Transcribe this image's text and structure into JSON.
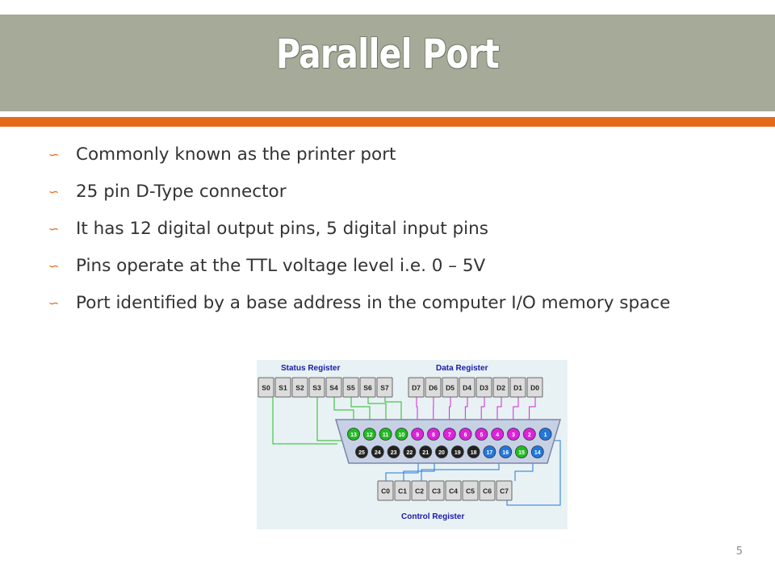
{
  "slide": {
    "title": "Parallel Port",
    "page_number": "5",
    "colors": {
      "title_bar": "#a5ab98",
      "accent": "#e56a1a"
    }
  },
  "bullets": [
    {
      "icon": "wavy-bullet-icon",
      "text": "Commonly known as the printer port"
    },
    {
      "icon": "wavy-bullet-icon",
      "text": "25 pin D-Type connector"
    },
    {
      "icon": "wavy-bullet-icon",
      "text": "It has 12 digital output pins, 5 digital input pins"
    },
    {
      "icon": "wavy-bullet-icon",
      "text": "Pins operate at the TTL voltage level i.e. 0 – 5V"
    },
    {
      "icon": "wavy-bullet-icon",
      "text": "Port identified by a base address in the computer I/O memory space"
    }
  ],
  "diagram": {
    "status_register_label": "Status Register",
    "data_register_label": "Data Register",
    "control_register_label": "Control Register",
    "status_bits": [
      "S0",
      "S1",
      "S2",
      "S3",
      "S4",
      "S5",
      "S6",
      "S7"
    ],
    "data_bits": [
      "D7",
      "D6",
      "D5",
      "D4",
      "D3",
      "D2",
      "D1",
      "D0"
    ],
    "control_bits": [
      "C0",
      "C1",
      "C2",
      "C3",
      "C4",
      "C5",
      "C6",
      "C7"
    ],
    "top_row_pins": [
      "13",
      "12",
      "11",
      "10",
      "9",
      "8",
      "7",
      "6",
      "5",
      "4",
      "3",
      "2",
      "1"
    ],
    "bottom_row_pins": [
      "25",
      "24",
      "23",
      "22",
      "21",
      "20",
      "19",
      "18",
      "17",
      "16",
      "15",
      "14"
    ],
    "colors": {
      "status": "#22bb22",
      "data": "#dd22dd",
      "control": "#2277dd",
      "ground": "#222222"
    }
  }
}
